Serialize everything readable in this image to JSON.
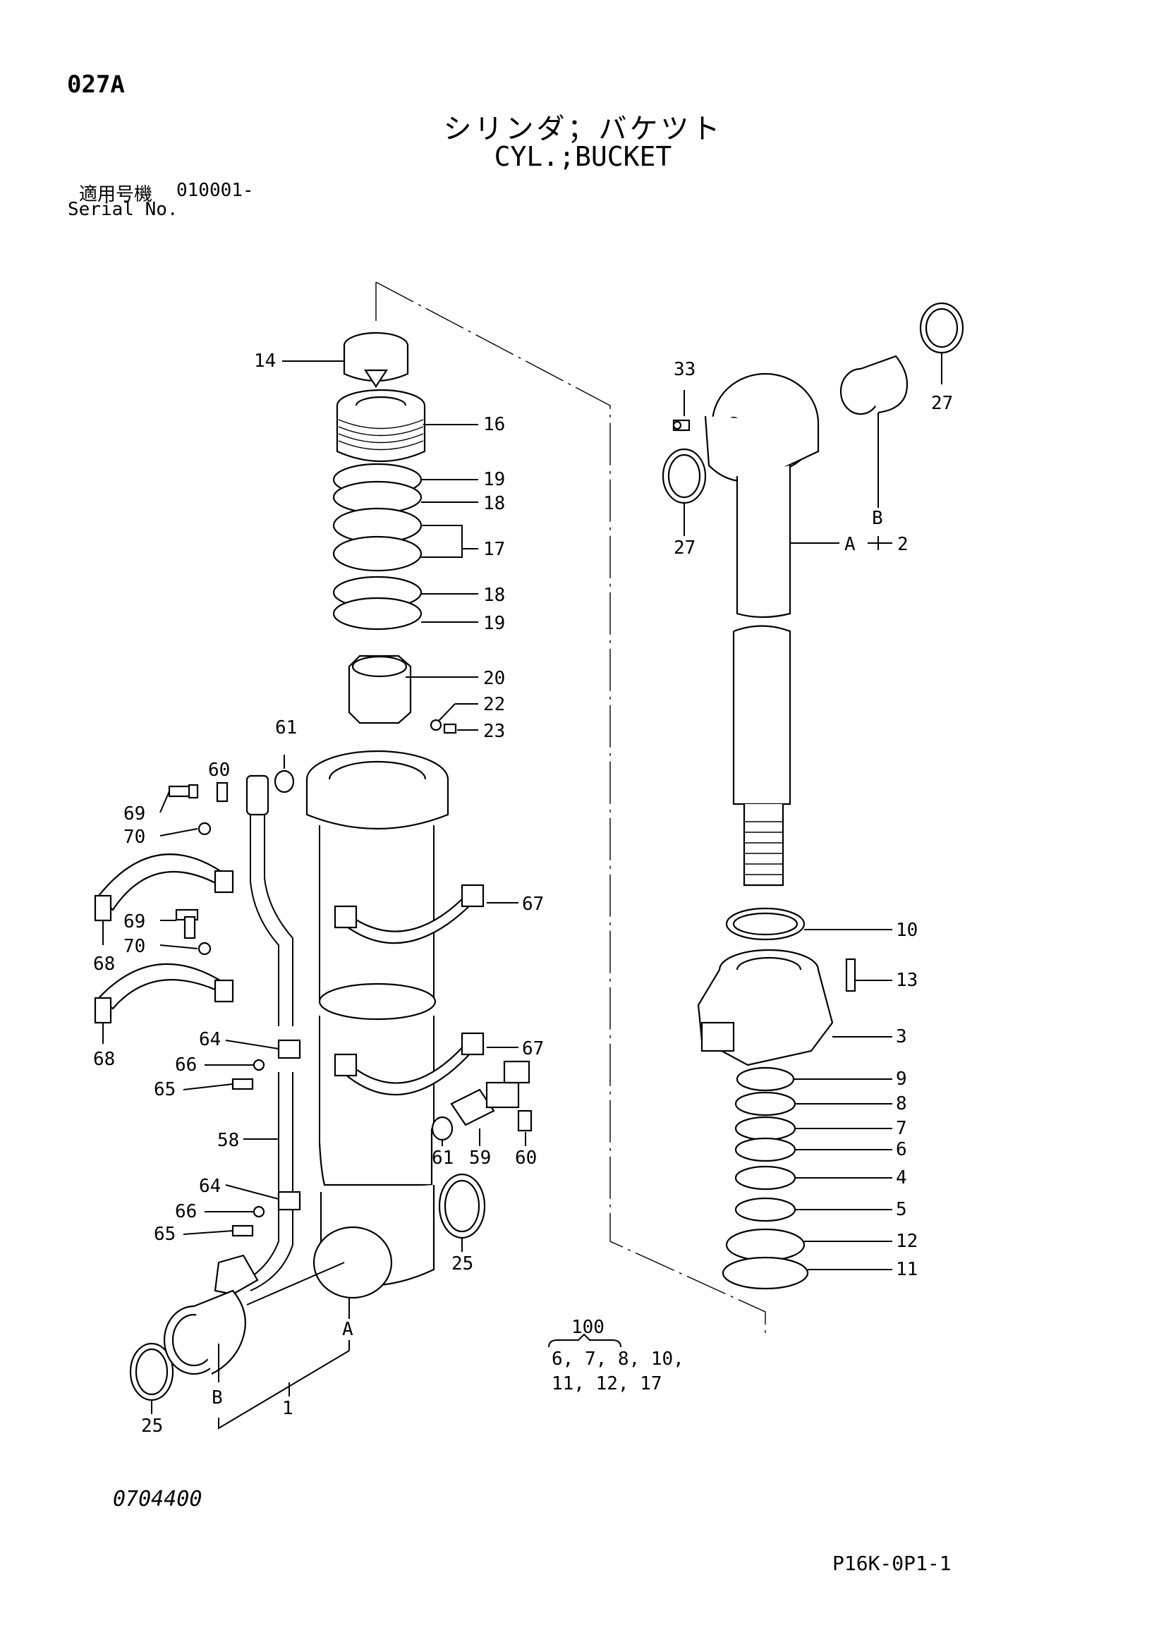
{
  "header": {
    "code": "027A",
    "title_jp": "シリンダ；バケツト",
    "title_en": "CYL.;BUCKET",
    "serial_label_jp": "適用号機",
    "serial_value": "010001-",
    "serial_label_en": "Serial No."
  },
  "footer": {
    "drawing_number": "0704400",
    "page_id": "P16K-0P1-1"
  },
  "callouts": {
    "c14": "14",
    "c16": "16",
    "c19a": "19",
    "c18a": "18",
    "c17": "17",
    "c18b": "18",
    "c19b": "19",
    "c20": "20",
    "c22": "22",
    "c23": "23",
    "c61a": "61",
    "c60a": "60",
    "c69a": "69",
    "c70a": "70",
    "c67a": "67",
    "c69b": "69",
    "c70b": "70",
    "c68a": "68",
    "c68b": "68",
    "c64a": "64",
    "c66a": "66",
    "c65a": "65",
    "c67b": "67",
    "c58": "58",
    "c61b": "61",
    "c59": "59",
    "c60b": "60",
    "c64b": "64",
    "c66b": "66",
    "c65b": "65",
    "c25a": "25",
    "c25b": "25",
    "cA1": "A",
    "cB1": "B",
    "c1": "1",
    "c33": "33",
    "c27a": "27",
    "c27b": "27",
    "cB2": "B",
    "cA2": "A",
    "c2": "2",
    "c10": "10",
    "c13": "13",
    "c3": "3",
    "c9": "9",
    "c8": "8",
    "c7": "7",
    "c6": "6",
    "c4": "4",
    "c5": "5",
    "c12": "12",
    "c11": "11"
  },
  "kit": {
    "number": "100",
    "line1": "6, 7, 8, 10,",
    "line2": "11, 12, 17"
  }
}
